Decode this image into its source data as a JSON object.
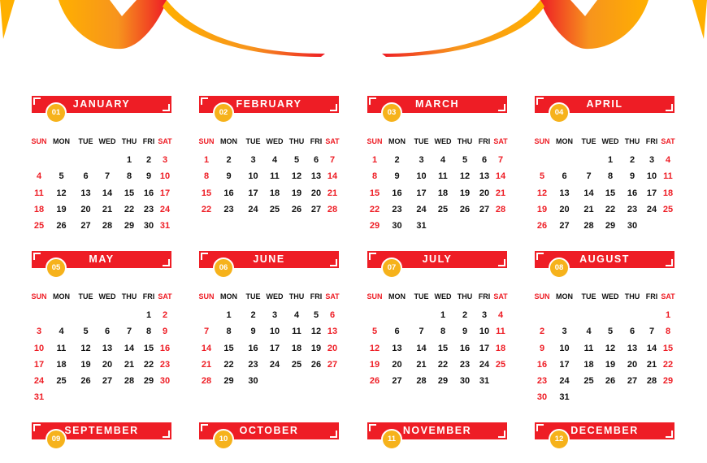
{
  "weekdays": [
    "SUN",
    "MON",
    "TUE",
    "WED",
    "THU",
    "FRI",
    "SAT"
  ],
  "colors": {
    "red": "#ee1d25",
    "gold": "#f6b21b",
    "ribbon_orange": "#f7941d"
  },
  "months": [
    {
      "name": "JANUARY",
      "number": "01",
      "start": 4,
      "days": 31
    },
    {
      "name": "FEBRUARY",
      "number": "02",
      "start": 0,
      "days": 28
    },
    {
      "name": "MARCH",
      "number": "03",
      "start": 0,
      "days": 31
    },
    {
      "name": "APRIL",
      "number": "04",
      "start": 3,
      "days": 30
    },
    {
      "name": "MAY",
      "number": "05",
      "start": 5,
      "days": 31
    },
    {
      "name": "JUNE",
      "number": "06",
      "start": 1,
      "days": 30
    },
    {
      "name": "JULY",
      "number": "07",
      "start": 3,
      "days": 31
    },
    {
      "name": "AUGUST",
      "number": "08",
      "start": 6,
      "days": 31
    },
    {
      "name": "SEPTEMBER",
      "number": "09",
      "start": null,
      "days": 0
    },
    {
      "name": "OCTOBER",
      "number": "10",
      "start": null,
      "days": 0
    },
    {
      "name": "NOVEMBER",
      "number": "11",
      "start": null,
      "days": 0
    },
    {
      "name": "DECEMBER",
      "number": "12",
      "start": null,
      "days": 0
    }
  ]
}
